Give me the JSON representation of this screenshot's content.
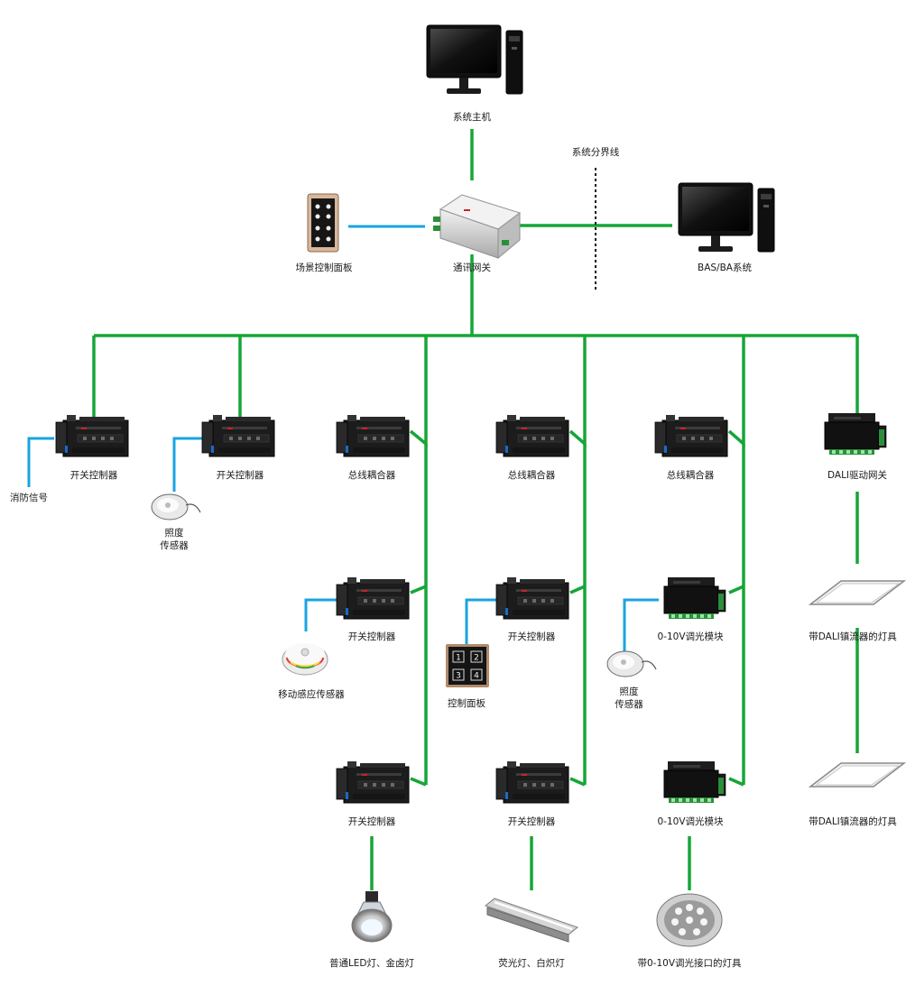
{
  "colors": {
    "green_link": "#16a637",
    "blue_link": "#1aa3e0",
    "divider": "#111111"
  },
  "labels": {
    "host": "系统主机",
    "divider": "系统分界线",
    "scene_panel": "场景控制面板",
    "gateway": "通讯网关",
    "bas": "BAS/BA系统",
    "switch_1": "开关控制器",
    "switch_2": "开关控制器",
    "coupler_1": "总线耦合器",
    "coupler_2": "总线耦合器",
    "coupler_3": "总线耦合器",
    "dali_gateway": "DALI驱动网关",
    "fire_signal": "消防信号",
    "lux_sensor_1_a": "照度",
    "lux_sensor_1_b": "传感器",
    "switch_3": "开关控制器",
    "switch_4": "开关控制器",
    "dimmer_1": "0-10V调光模块",
    "dali_light_1": "带DALI镇流器的灯具",
    "motion_sensor": "移动感应传感器",
    "control_panel": "控制面板",
    "lux_sensor_2_a": "照度",
    "lux_sensor_2_b": "传感器",
    "switch_5": "开关控制器",
    "switch_6": "开关控制器",
    "dimmer_2": "0-10V调光模块",
    "dali_light_2": "带DALI镇流器的灯具",
    "led_lamp": "普通LED灯、金卤灯",
    "fluorescent": "荧光灯、白炽灯",
    "dimmable_lamp": "带0-10V调光接口的灯具"
  },
  "panel_keys": [
    "1",
    "2",
    "3",
    "4"
  ]
}
